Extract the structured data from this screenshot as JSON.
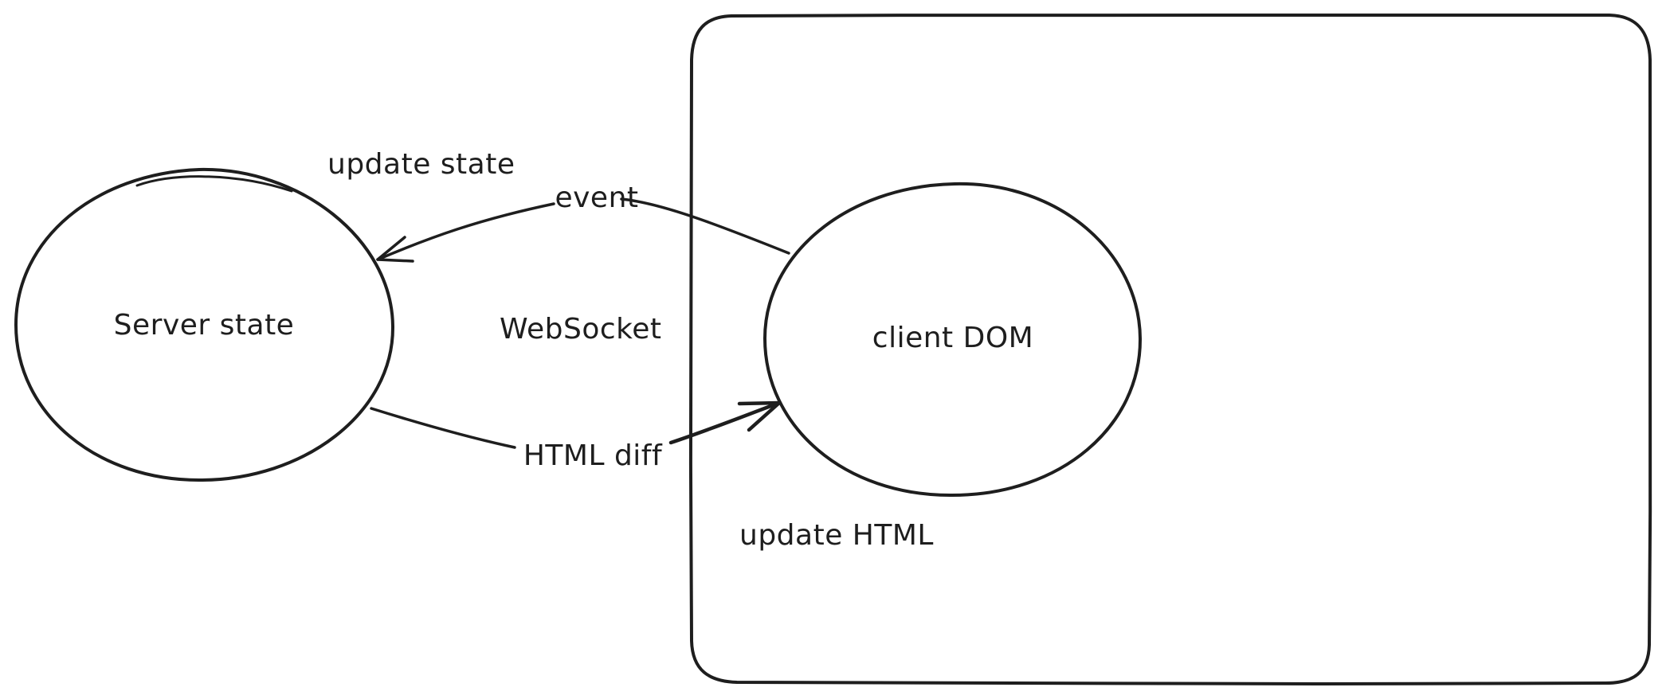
{
  "nodes": {
    "server": {
      "label": "Server state",
      "fill": "#a5d8ff"
    },
    "client": {
      "label": "client DOM",
      "fill": "#ffffff"
    },
    "browser_frame": {
      "fill": "#ffec99"
    }
  },
  "edges": {
    "event": {
      "label": "event"
    },
    "html_diff": {
      "label": "HTML diff"
    }
  },
  "annotations": {
    "update_state": "update state",
    "websocket": "WebSocket",
    "update_html": "update HTML"
  },
  "colors": {
    "stroke": "#1e1e1e"
  }
}
